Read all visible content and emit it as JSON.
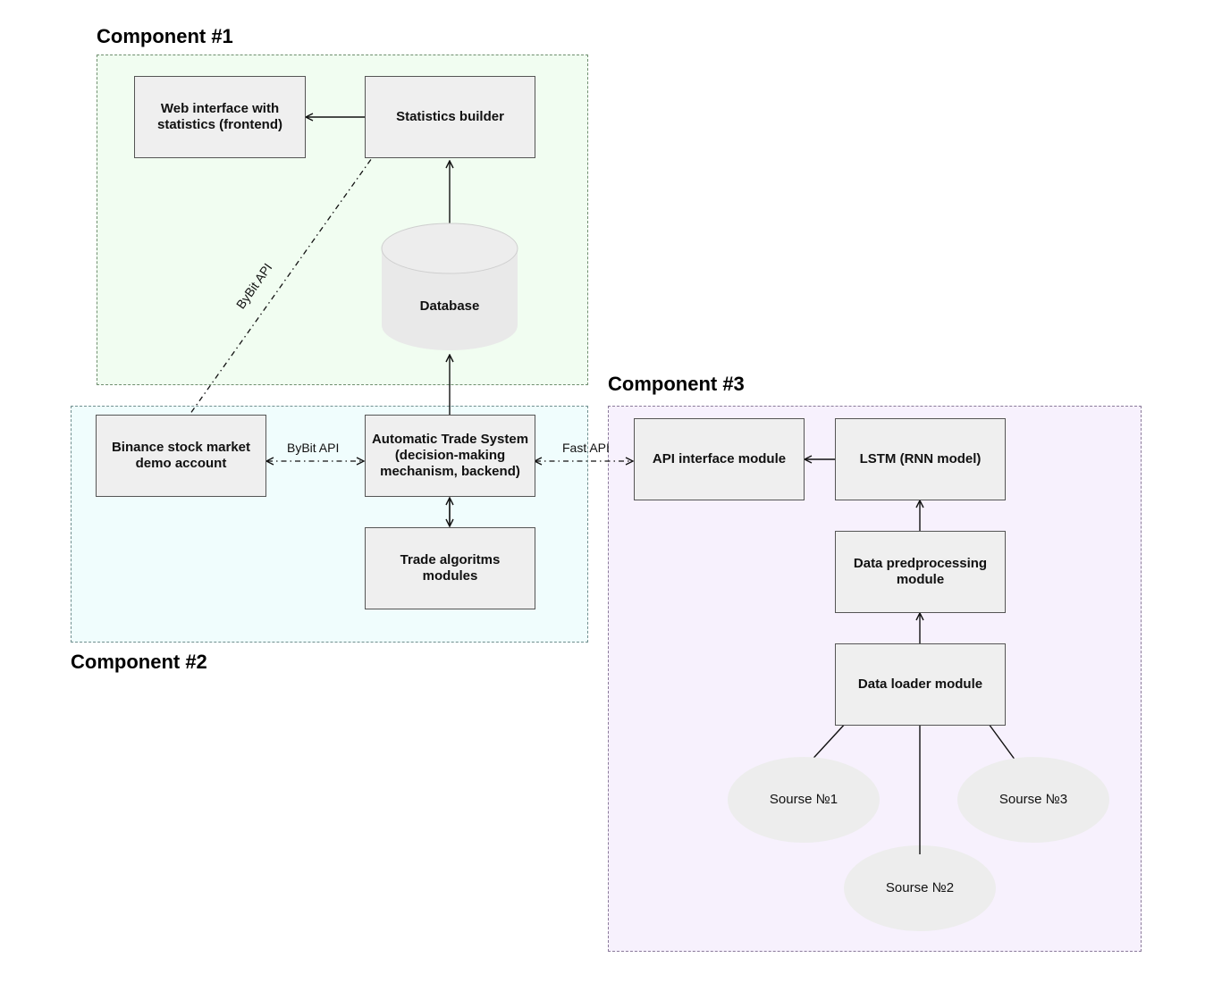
{
  "components": {
    "c1": {
      "title": "Component #1",
      "fill": "#f1fdf1",
      "border": "#5a7a5a"
    },
    "c2": {
      "title": "Component #2",
      "fill": "#f0fdfd",
      "border": "#5a7a7a"
    },
    "c3": {
      "title": "Component #3",
      "fill": "#f7f1fd",
      "border": "#7a6a8a"
    }
  },
  "nodes": {
    "web_interface": {
      "line1": "Web interface with",
      "line2": "statistics (frontend)"
    },
    "statistics_builder": {
      "label": "Statistics builder"
    },
    "database": {
      "label": "Database"
    },
    "binance": {
      "line1": "Binance stock market",
      "line2": "demo account"
    },
    "ats": {
      "line1": "Automatic Trade System",
      "line2": "(decision-making",
      "line3": "mechanism, backend)"
    },
    "trade_algos": {
      "label": "Trade algoritms modules"
    },
    "api_interface": {
      "label": "API interface module"
    },
    "lstm": {
      "label": "LSTM (RNN model)"
    },
    "preprocessing": {
      "line1": "Data predprocessing",
      "line2": "module"
    },
    "loader": {
      "label": "Data loader module"
    },
    "source1": {
      "label": "Sourse №1"
    },
    "source2": {
      "label": "Sourse №2"
    },
    "source3": {
      "label": "Sourse №3"
    }
  },
  "edges": {
    "bybit_diag": "ByBit API",
    "bybit_horiz": "ByBit API",
    "fast_api": "Fast API"
  },
  "colors": {
    "node_fill": "#efefef",
    "node_border": "#555555",
    "source_fill": "#eeeeee"
  }
}
